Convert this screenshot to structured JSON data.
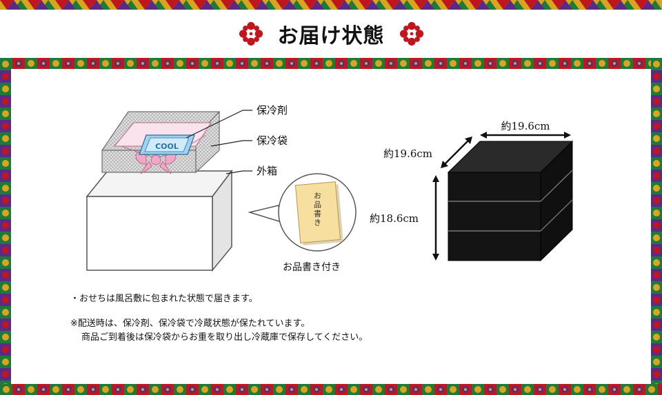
{
  "header": {
    "title": "お届け状態"
  },
  "box_diagram": {
    "cool_pack_text": "COOL",
    "label_ice_pack": "保冷剤",
    "label_cool_bag": "保冷袋",
    "label_outer_box": "外箱",
    "menu_card_text": "お品書き",
    "menu_card_caption": "お品書き付き"
  },
  "jubako": {
    "width_label": "約19.6cm",
    "depth_label": "約19.6cm",
    "height_label": "約18.6cm",
    "tiers": 3
  },
  "notes": {
    "line1": "・おせちは風呂敷に包まれた状態で届きます。",
    "line2": "※配送時は、保冷剤、保冷袋で冷蔵状態が保たれています。",
    "line3": "商品ご到着後は保冷袋からお重を取り出し冷蔵庫で保存してください。"
  },
  "colors": {
    "border_red": "#c0161e",
    "border_green": "#1e7a3a",
    "border_purple": "#5b2a86",
    "border_gold": "#d9a520",
    "crest_red": "#c0161e",
    "jubako_black": "#141414",
    "furoshiki_pink": "#f2a7c8",
    "cool_pack_blue": "#9fd3f0"
  }
}
